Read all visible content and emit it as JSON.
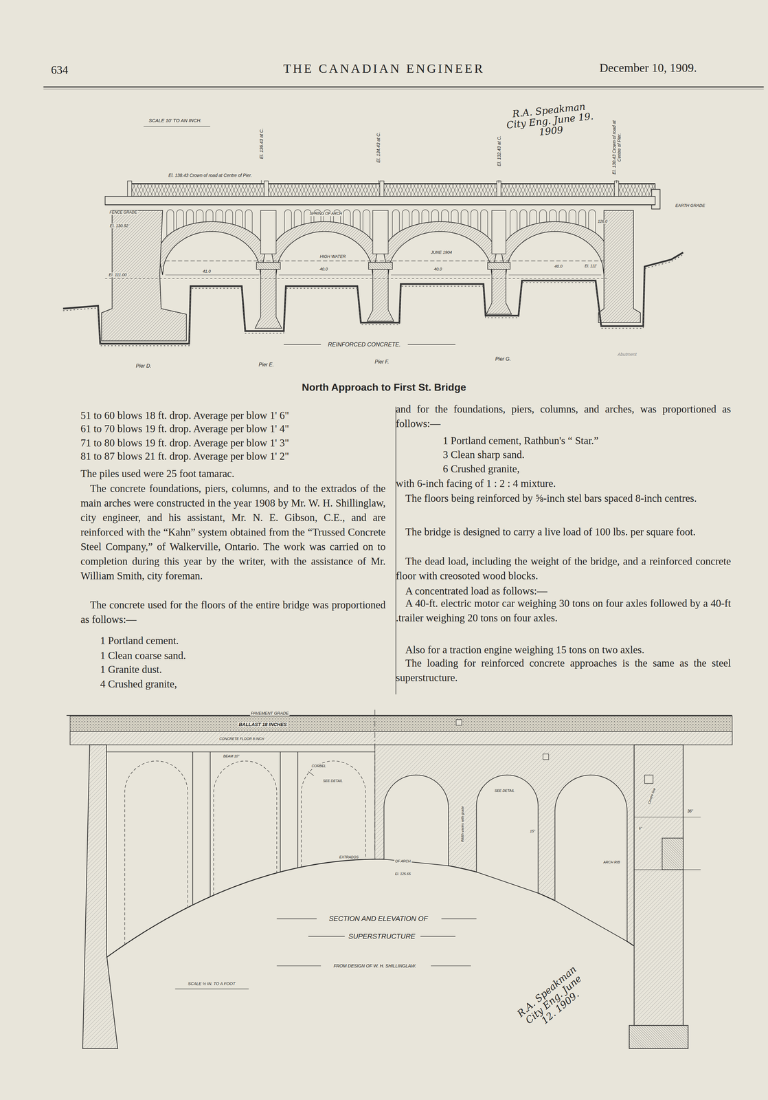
{
  "diagram": {
    "caption": "North Approach to First St. Bridge",
    "labels": [
      "634",
      "THE CANADIAN ENGINEER",
      "December 10, 1909.",
      "SCALE 10' TO AN INCH.",
      "R.A. Speakman City Eng. June 19. 1909",
      "El. 138.43 Crown of road at Centre of Pier.",
      "El. 136.43 at C.",
      "El. 134.43 at C.",
      "El. 132.43 at C.",
      "El. 130.43 Crown of road at Centre of Pier.",
      "FENCE GRADE",
      "El. 130.92",
      "SPRING OF ARCH",
      "126.0",
      "EARTH GRADE",
      "El. 111.00",
      "HIGH WATER",
      "JUNE 1904",
      "41.0",
      "40.0",
      "40.0",
      "40.0",
      "El. 111'",
      "REINFORCED CONCRETE.",
      "Pier D.",
      "Pier E.",
      "Pier F.",
      "Pier G.",
      "Abutment",
      "51 to 60 blows 18 ft. drop. Average per blow 1' 6\"",
      "61 to 70 blows 19 ft. drop. Average per blow 1' 4\"",
      "71 to 80 blows 19 ft. drop. Average per blow 1' 3\"",
      "81 to 87 blows 21 ft. drop. Average per blow 1' 2\"",
      "The piles used were 25 foot tamarac.",
      "The concrete foundations, piers, columns, and to the extrados of the main arches were constructed in the year 1908 by Mr. W. H. Shillinglaw, city engineer, and his assistant, Mr. N. E. Gibson, C.E., and are reinforced with the “Kahn” system obtained from the “Trussed Concrete Steel Company,” of Walkerville, Ontario. The work was carried on to completion during this year by the writer, with the assistance of Mr. William Smith, city foreman.",
      "The concrete used for the floors of the entire bridge was proportioned as follows:—",
      "1 Portland cement.",
      "1 Clean coarse sand.",
      "1 Granite dust.",
      "4 Crushed granite,",
      "and for the foundations, piers, columns, and arches, was proportioned as follows:—",
      "1 Portland cement, Rathbun's “ Star.”",
      "3 Clean sharp sand.",
      "6 Crushed granite,",
      "with 6-inch facing of 1 : 2 : 4 mixture.",
      "The floors being reinforced by ⅝-inch stel bars spaced 8-inch centres.",
      "The bridge is designed to carry a live load of 100 lbs. per square foot.",
      "The dead load, including the weight of the bridge, and a reinforced concrete floor with creosoted wood blocks.",
      "A concentrated load as follows:—",
      "A 40-ft. electric motor car weighing 30 tons on four axles followed by a 40-ft .trailer weighing 20 tons on four axles.",
      "Also for a traction engine weighing 15 tons on two axles.",
      "The loading for reinforced concrete approaches is the same as the steel superstructure.",
      "PAVEMENT GRADE",
      "BALLAST 18 INCHES",
      "CONCRETE FLOOR 8 INCH",
      "BEAM 10\"",
      "CORBEL",
      "SEE DETAIL",
      "SEE DETAIL",
      "Width varies with grade",
      "15\"",
      "Centre line",
      "36\"",
      "6\"",
      "ARCH RIB",
      "EXTRADOS",
      "OF ARCH",
      "El. 125.65",
      "SECTION AND ELEVATION OF",
      "SUPERSTRUCTURE",
      "FROM DESIGN OF W. H. SHILLINGLAW.",
      "SCALE ½ IN. TO A FOOT",
      "R.A. Speakman City Eng. June 12. 1909."
    ]
  }
}
